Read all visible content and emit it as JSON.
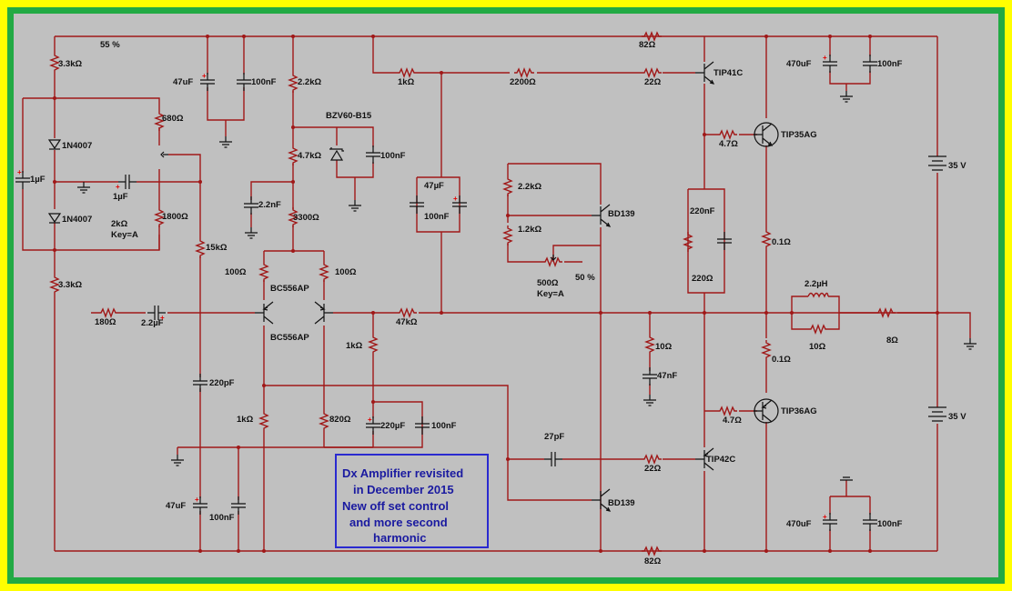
{
  "title": {
    "lines": [
      "Dx Amplifier revisited",
      "in December 2015",
      "New off set control",
      "and more second",
      "harmonic"
    ]
  },
  "colors": {
    "outer_border": "#ffff00",
    "inner_border": "#22aa44",
    "canvas": "#c0c0c0",
    "wire": "#a01818",
    "title_text": "#1a1aa0",
    "title_border": "#2a2ad0"
  },
  "labels": {
    "pct_top": "55 %",
    "r_top_left": "3.3kΩ",
    "r_bot_left": "3.3kΩ",
    "d1": "1N4007",
    "d2": "1N4007",
    "c_left": "1µF",
    "c_mid": "1µF",
    "r680": "680Ω",
    "r1800": "1800Ω",
    "pot_left": "2kΩ",
    "pot_left_key": "Key=A",
    "c47_top": "47uF",
    "c100_top": "100nF",
    "r22k_top": "2.2kΩ",
    "zener": "BZV60-B15",
    "r47k_top": "4.7kΩ",
    "c100_zener": "100nF",
    "c22n": "2.2nF",
    "r3300": "3300Ω",
    "r15k": "15kΩ",
    "r100_l": "100Ω",
    "r100_r": "100Ω",
    "q_bc1": "BC556AP",
    "q_bc2": "BC556AP",
    "r180": "180Ω",
    "c22u_in": "2.2µF",
    "r47k_fb": "47kΩ",
    "r1k_fb": "1kΩ",
    "c220p": "220pF",
    "r1k_low": "1kΩ",
    "r820": "820Ω",
    "c220u": "220µF",
    "c100_mid": "100nF",
    "c47_bot": "47uF",
    "c100_bot": "100nF",
    "r1k_top": "1kΩ",
    "r2200": "2200Ω",
    "c47u_mid": "47µF",
    "c100_mid2": "100nF",
    "r22k_vbe": "2.2kΩ",
    "r12k_vbe": "1.2kΩ",
    "pot_vbe": "500Ω",
    "pot_vbe_key": "Key=A",
    "pct_vbe": "50 %",
    "q_bd1": "BD139",
    "q_bd2": "BD139",
    "c27p": "27pF",
    "r22_top": "22Ω",
    "r22_bot": "22Ω",
    "r82_top": "82Ω",
    "r82_bot": "82Ω",
    "q_tip41": "TIP41C",
    "q_tip42": "TIP42C",
    "c220n": "220nF",
    "r220": "220Ω",
    "r47_top": "4.7Ω",
    "r47_bot": "4.7Ω",
    "q_tip35": "TIP35AG",
    "q_tip36": "TIP36AG",
    "r01_top": "0.1Ω",
    "r01_bot": "0.1Ω",
    "r10_zobel": "10Ω",
    "c47n": "47nF",
    "l22u": "2.2µH",
    "r10_l": "10Ω",
    "r8": "8Ω",
    "c470_top": "470uF",
    "c100_rt": "100nF",
    "c470_bot": "470uF",
    "c100_rb": "100nF",
    "v_top": "35 V",
    "v_bot": "35 V"
  }
}
